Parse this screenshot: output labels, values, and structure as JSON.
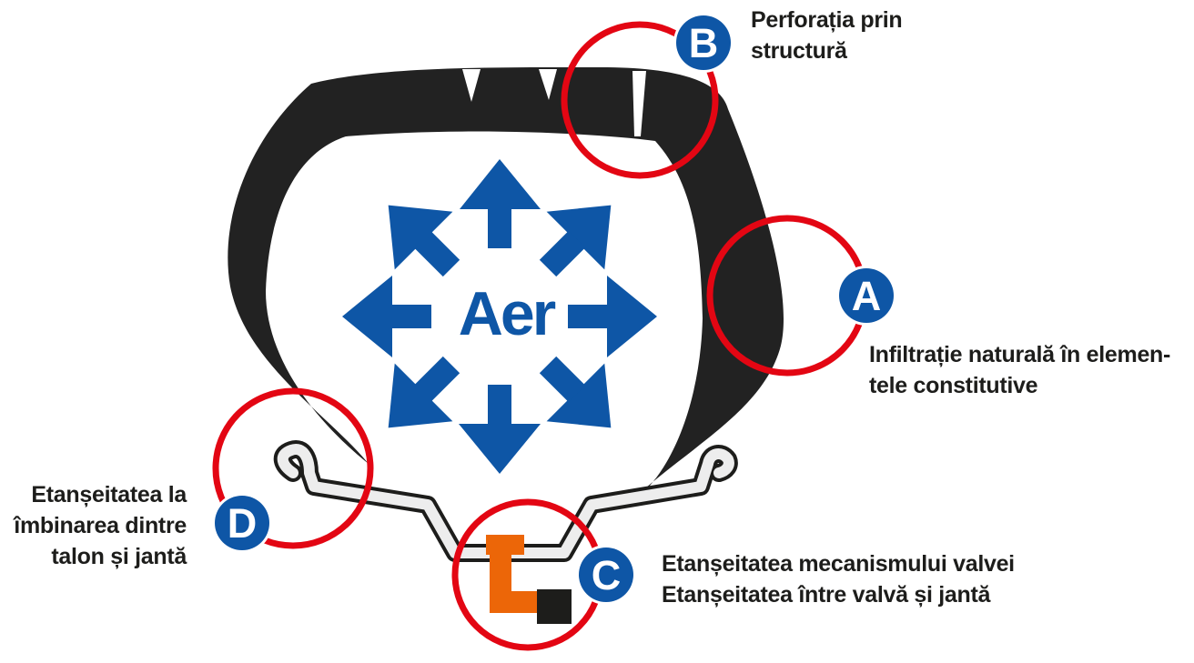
{
  "center_label": "Aer",
  "colors": {
    "tire": "#222222",
    "rim": "#1d1d1b",
    "rim_fill": "#ededed",
    "arrow": "#0e56a6",
    "circle": "#e30613",
    "badge": "#0e56a6",
    "valve": "#ec6608",
    "valve_cap": "#1d1d1b",
    "text": "#1d1d1b"
  },
  "markers": [
    {
      "id": "A",
      "letter": "A",
      "lines": [
        "Infiltrație naturală în elemen-",
        "tele constitutive"
      ]
    },
    {
      "id": "B",
      "letter": "B",
      "lines": [
        "Perforația prin",
        "structură"
      ]
    },
    {
      "id": "C",
      "letter": "C",
      "lines": [
        "Etanșeitatea mecanismului valvei",
        "Etanșeitatea între valvă și jantă"
      ]
    },
    {
      "id": "D",
      "letter": "D",
      "lines": [
        "Etanșeitatea la",
        "îmbinarea dintre",
        "talon și jantă"
      ]
    }
  ]
}
